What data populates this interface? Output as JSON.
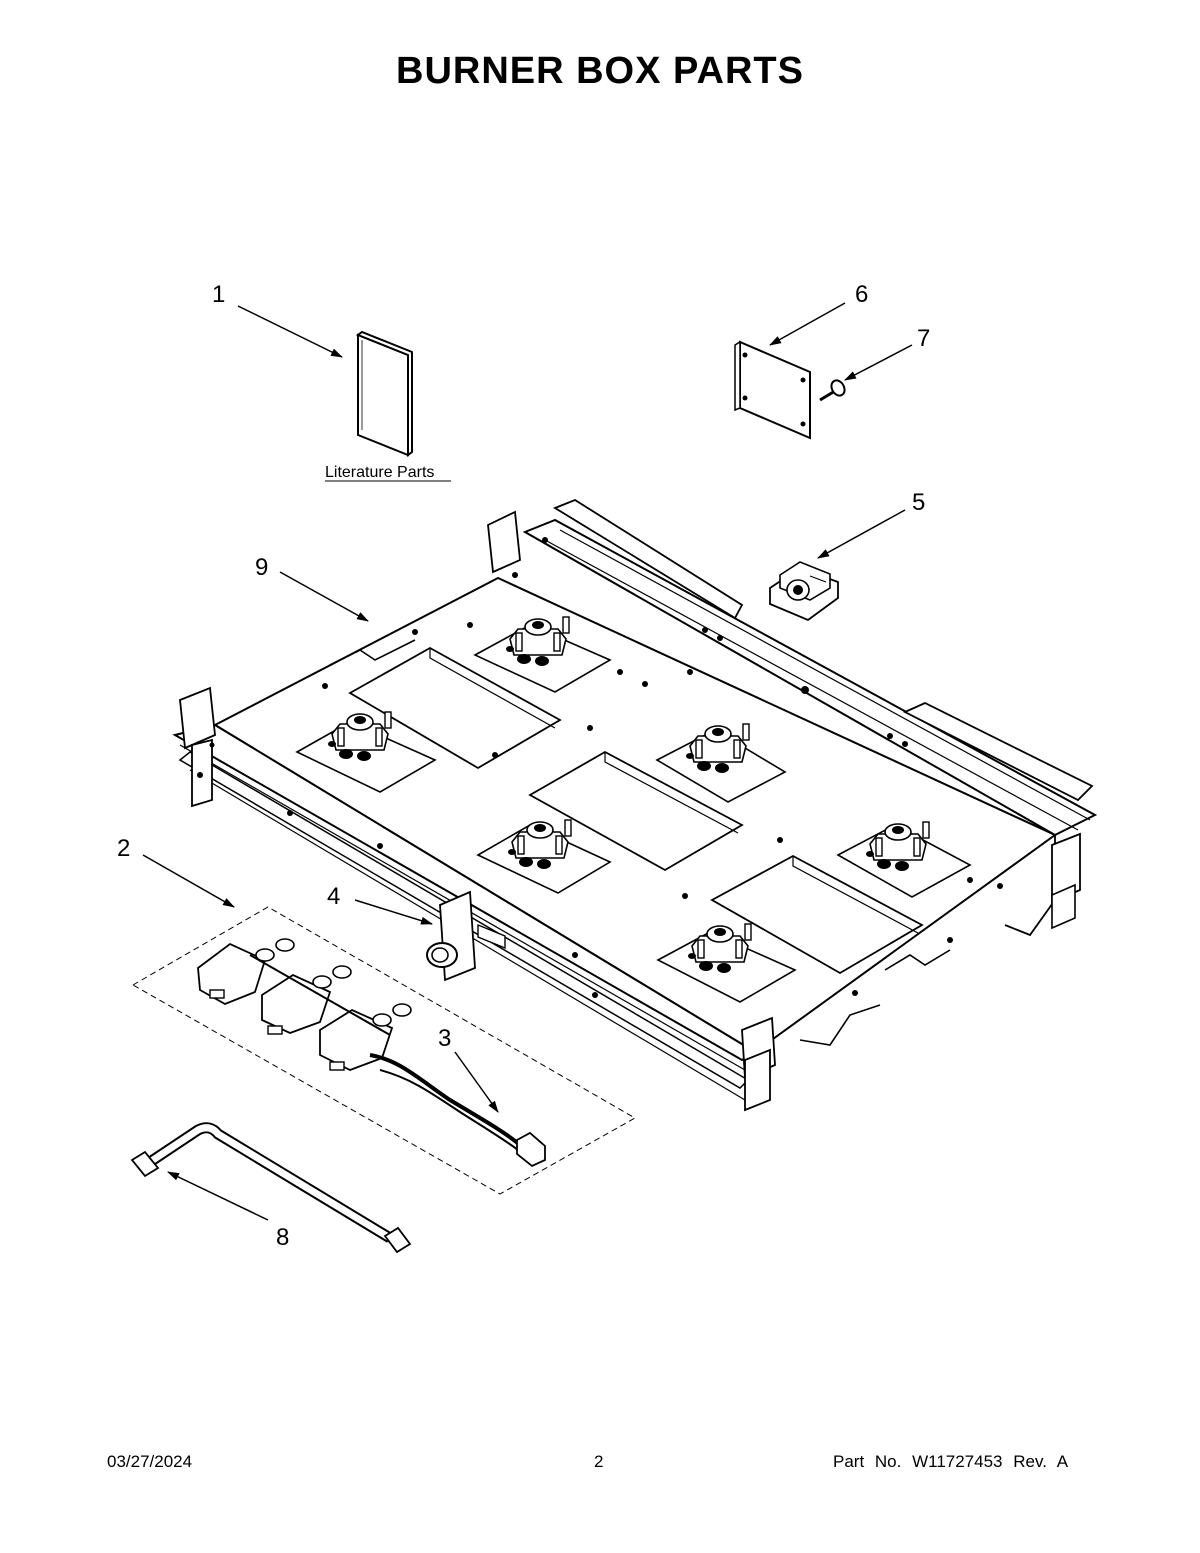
{
  "title": "BURNER BOX PARTS",
  "literature_label": "Literature Parts",
  "callouts": {
    "c1": "1",
    "c2": "2",
    "c3": "3",
    "c4": "4",
    "c5": "5",
    "c6": "6",
    "c7": "7",
    "c8": "8",
    "c9": "9"
  },
  "footer": {
    "date": "03/27/2024",
    "page": "2",
    "part": "Part No.  W11727453  Rev.  A"
  }
}
